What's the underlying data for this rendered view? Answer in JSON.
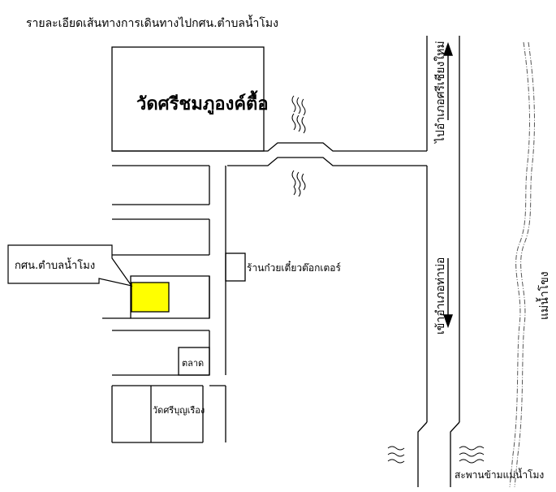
{
  "map": {
    "title": "รายละเอียดเส้นทางการเดินทางไปกศน.ตำบลน้ำโมง",
    "temple_main": "วัดศรีชมภูองค์ตื้อ",
    "callout": "กศน.ตำบลน้ำโมง",
    "shop": "ร้านก๋วยเตี๋ยวต๊อกเตอร์",
    "market": "ตลาด",
    "temple_small": "วัดศรีบุญเรือง",
    "road_to_sichiangmai": "ไปอำเภอศรีเชียงใหม่",
    "road_to_thabo": "เข้าอำเภอท่าบ่อ",
    "river": "แม่น้ำโขง",
    "bridge": "สะพานข้ามแม่น้ำโมง",
    "colors": {
      "target": "#ffff00",
      "line": "#000000",
      "river": "#555555"
    }
  }
}
